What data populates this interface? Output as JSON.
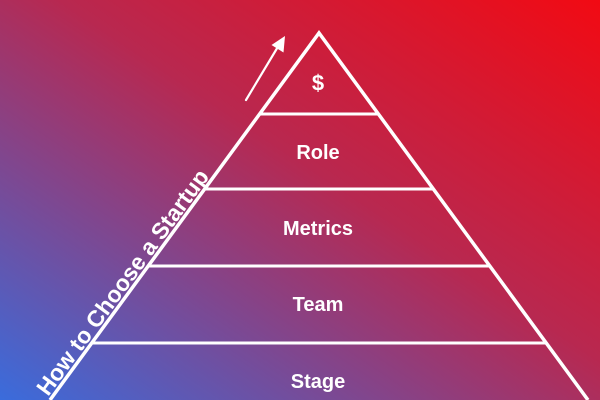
{
  "diagram": {
    "type": "pyramid",
    "title": "How to Choose a Startup",
    "tiers_top_to_bottom": [
      "$",
      "Role",
      "Metrics",
      "Team",
      "Stage"
    ],
    "arrow_direction": "up",
    "colors": {
      "gradient_top_right": "#f20a13",
      "gradient_mid": "#b82850",
      "gradient_bottom_left": "#3a6cdc",
      "line": "#ffffff",
      "text": "#ffffff"
    }
  }
}
